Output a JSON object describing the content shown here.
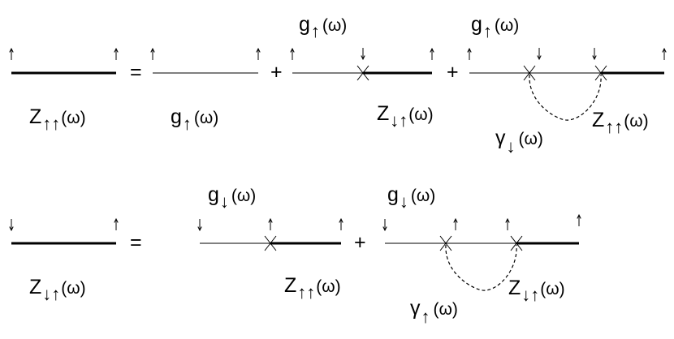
{
  "equations": [
    {
      "lhs": {
        "symbol": "Z",
        "spin": "↑↑",
        "arg": "(ω)"
      },
      "equals": "=",
      "plus": [
        "+",
        "+"
      ],
      "terms": [
        {
          "label": {
            "symbol": "g",
            "spin": "↑",
            "arg": "(ω)"
          }
        },
        {
          "top_label": {
            "symbol": "g",
            "spin": "↑",
            "arg": "(ω)"
          },
          "z_label": {
            "symbol": "Z",
            "spin": "↓↑",
            "arg": "(ω)"
          }
        },
        {
          "top_label": {
            "symbol": "g",
            "spin": "↑",
            "arg": "(ω)"
          },
          "gamma_label": {
            "symbol": "γ",
            "spin": "↓",
            "arg": "(ω)"
          },
          "z_label": {
            "symbol": "Z",
            "spin": "↑↑",
            "arg": "(ω)"
          }
        }
      ]
    },
    {
      "lhs": {
        "symbol": "Z",
        "spin": "↓↑",
        "arg": "(ω)"
      },
      "equals": "=",
      "plus": [
        "+"
      ],
      "terms": [
        {
          "top_label": {
            "symbol": "g",
            "spin": "↓",
            "arg": "(ω)"
          },
          "z_label": {
            "symbol": "Z",
            "spin": "↑↑",
            "arg": "(ω)"
          }
        },
        {
          "top_label": {
            "symbol": "g",
            "spin": "↓",
            "arg": "(ω)"
          },
          "gamma_label": {
            "symbol": "γ",
            "spin": "↑",
            "arg": "(ω)"
          },
          "z_label": {
            "symbol": "Z",
            "spin": "↓↑",
            "arg": "(ω)"
          }
        }
      ]
    }
  ]
}
